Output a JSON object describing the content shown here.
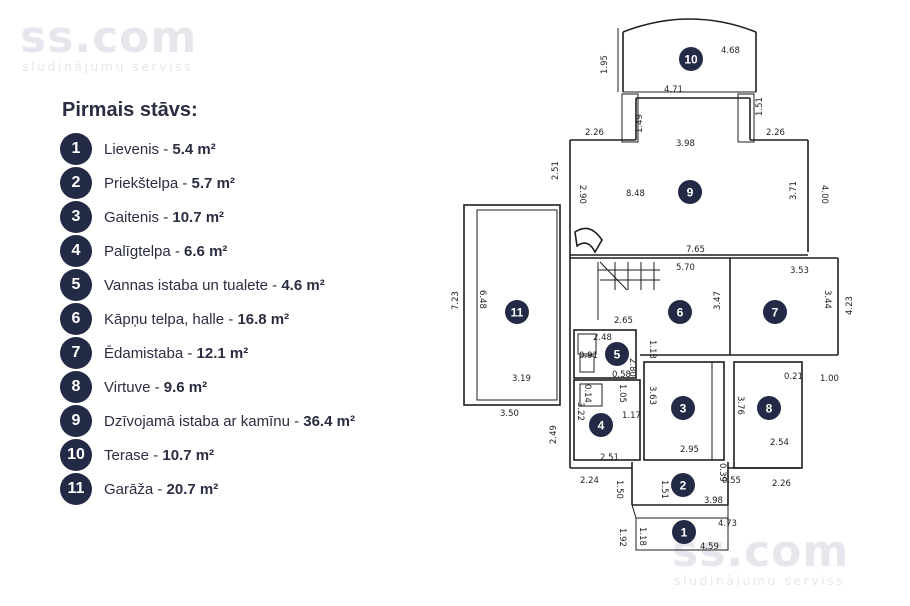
{
  "watermarks": {
    "brand": "ss.com",
    "tagline": "sludinājumu serviss"
  },
  "legend": {
    "title": "Pirmais stāvs:",
    "items": [
      {
        "num": "1",
        "name": "Lievenis - ",
        "area": "5.4 m²"
      },
      {
        "num": "2",
        "name": "Priekštelpa - ",
        "area": "5.7 m²"
      },
      {
        "num": "3",
        "name": "Gaitenis - ",
        "area": "10.7 m²"
      },
      {
        "num": "4",
        "name": "Palīgtelpa - ",
        "area": "6.6 m²"
      },
      {
        "num": "5",
        "name": "Vannas istaba un tualete - ",
        "area": "4.6 m²"
      },
      {
        "num": "6",
        "name": "Kāpņu telpa, halle - ",
        "area": "16.8 m²"
      },
      {
        "num": "7",
        "name": "Ēdamistaba - ",
        "area": "12.1 m²"
      },
      {
        "num": "8",
        "name": "Virtuve - ",
        "area": "9.6 m²"
      },
      {
        "num": "9",
        "name": "Dzīvojamā istaba ar kamīnu - ",
        "area": "36.4 m²"
      },
      {
        "num": "10",
        "name": "Terase - ",
        "area": "10.7 m²"
      },
      {
        "num": "11",
        "name": "Garāža - ",
        "area": "20.7 m²"
      }
    ]
  },
  "plan": {
    "room_markers": [
      "10",
      "9",
      "11",
      "6",
      "7",
      "5",
      "4",
      "3",
      "8",
      "2",
      "1"
    ],
    "dimensions": [
      "4.68",
      "1.95",
      "4.71",
      "1.51",
      "1.49",
      "2.26",
      "3.98",
      "2.26",
      "2.51",
      "2.90",
      "8.48",
      "3.71",
      "4.00",
      "7.65",
      "5.70",
      "3.53",
      "7.23",
      "6.48",
      "2.65",
      "3.47",
      "3.44",
      "4.23",
      "2.48",
      "1.13",
      "0.91",
      "2.80",
      "0.58",
      "0.21",
      "1.00",
      "3.19",
      "3.50",
      "0.14",
      "1.05",
      "3.63",
      "3.76",
      "3.22",
      "1.17",
      "2.49",
      "2.95",
      "2.54",
      "2.51",
      "0.39",
      "2.24",
      "1.50",
      "1.51",
      "0.55",
      "2.26",
      "3.98",
      "4.73",
      "1.92",
      "1.18",
      "4.59"
    ]
  }
}
